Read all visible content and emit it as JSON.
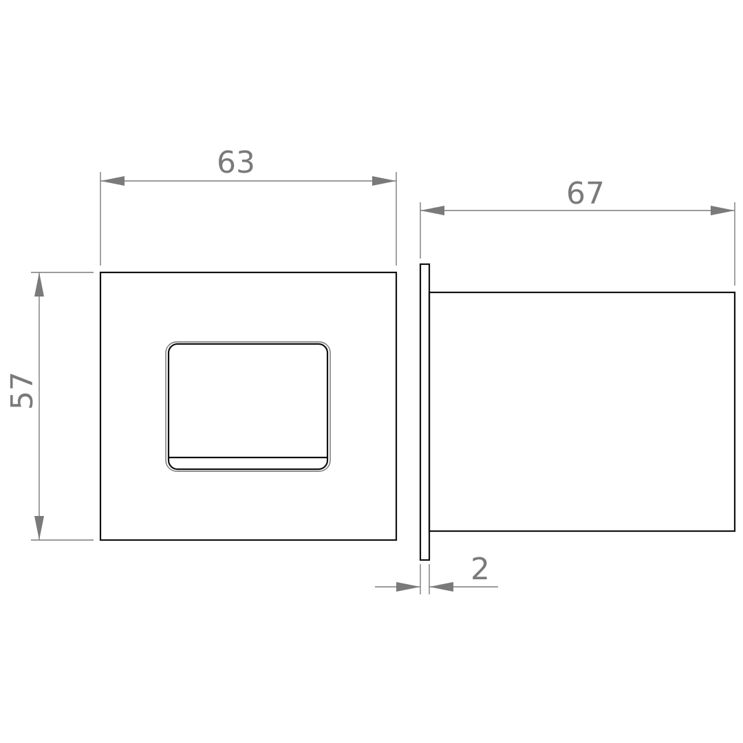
{
  "drawing": {
    "dimensions": {
      "width": "63",
      "height": "57",
      "depth": "67",
      "flange_thickness": "2"
    },
    "colors": {
      "outline": "#111111",
      "dimension": "#7a7a7a",
      "background": "#ffffff"
    }
  }
}
